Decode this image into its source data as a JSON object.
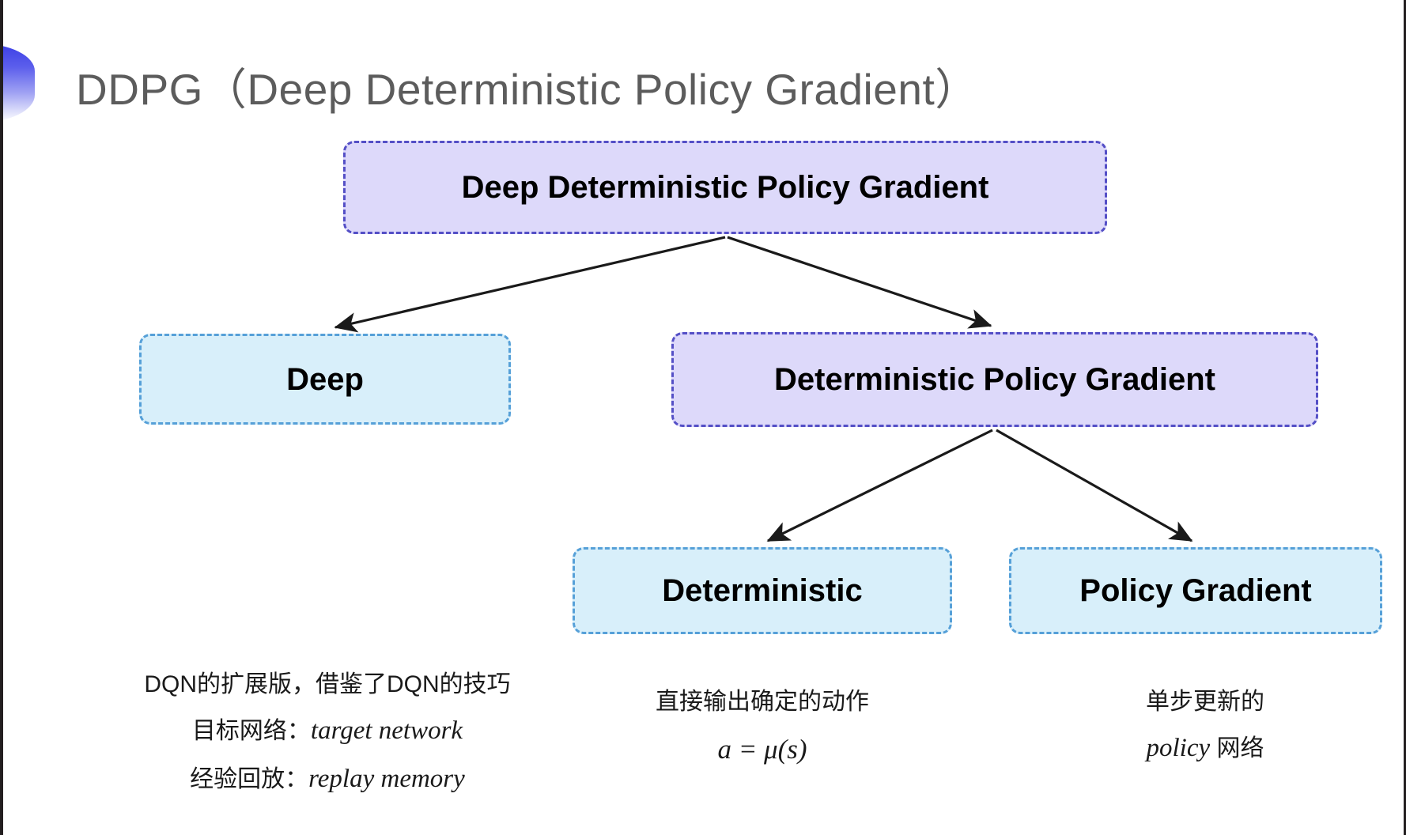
{
  "slide": {
    "title": "DDPG（Deep Deterministic Policy Gradient）",
    "background_color": "#ffffff",
    "title_color": "#5c5c5c",
    "decor_gradient_from": "#3b3ee6",
    "decor_gradient_to": "#ffffff"
  },
  "diagram": {
    "type": "tree",
    "node_colors": {
      "purple_fill": "#ddd9fa",
      "purple_border": "#544fc6",
      "blue_fill": "#d8effa",
      "blue_border": "#56a0d8",
      "arrow": "#1a1a1a"
    },
    "nodes": [
      {
        "id": "root",
        "label": "Deep Deterministic Policy Gradient",
        "style": "purple"
      },
      {
        "id": "deep",
        "label": "Deep",
        "style": "blue"
      },
      {
        "id": "dpg",
        "label": "Deterministic Policy Gradient",
        "style": "purple"
      },
      {
        "id": "deterministic",
        "label": "Deterministic",
        "style": "blue"
      },
      {
        "id": "policy_gradient",
        "label": "Policy Gradient",
        "style": "blue"
      }
    ],
    "edges": [
      {
        "from": "root",
        "to": "deep"
      },
      {
        "from": "root",
        "to": "dpg"
      },
      {
        "from": "dpg",
        "to": "deterministic"
      },
      {
        "from": "dpg",
        "to": "policy_gradient"
      }
    ]
  },
  "notes": {
    "left": {
      "line1": "DQN的扩展版，借鉴了DQN的技巧",
      "line2_label": "目标网络：",
      "line2_term": "target network",
      "line3_label": "经验回放：",
      "line3_term": "replay memory"
    },
    "center": {
      "line1": "直接输出确定的动作",
      "formula": "a = μ(s)"
    },
    "right": {
      "line1": "单步更新的",
      "line2_term": "policy",
      "line2_suffix": " 网络"
    }
  }
}
